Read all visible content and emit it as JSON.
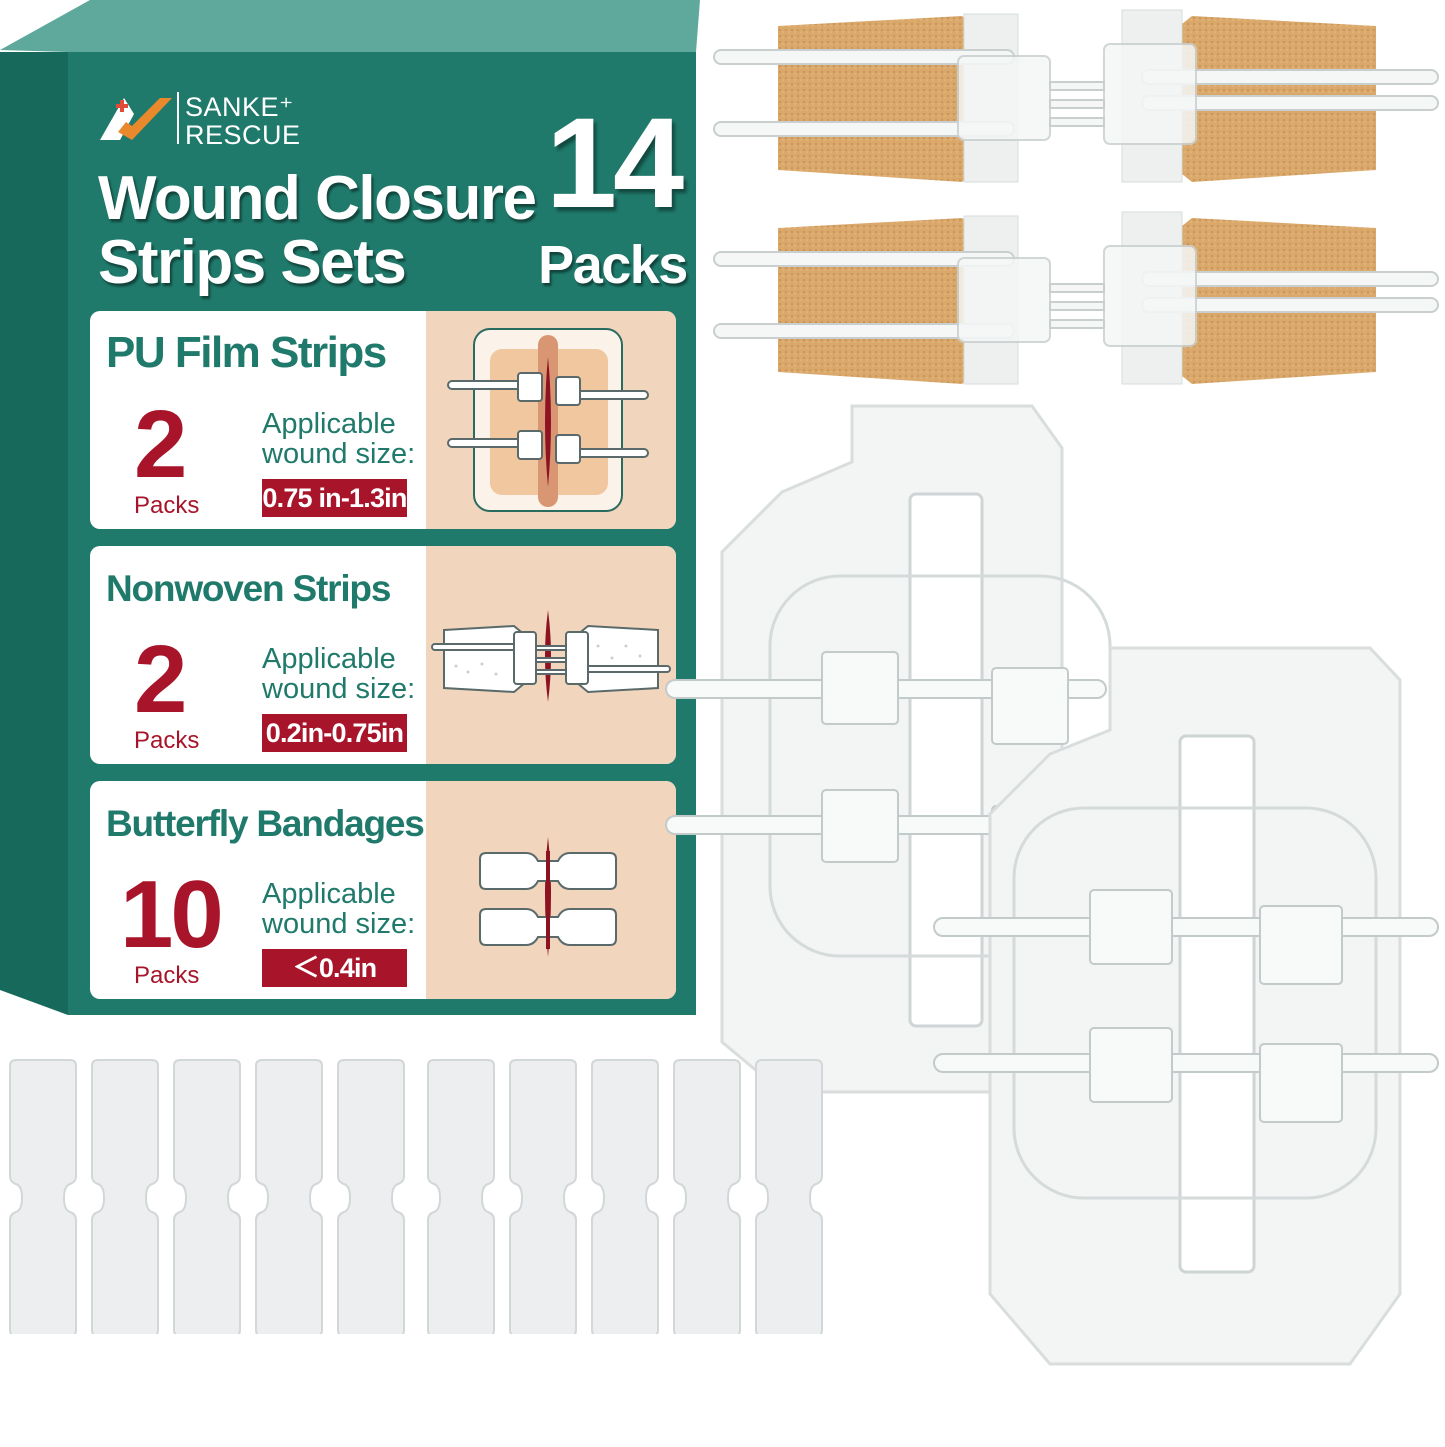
{
  "brand": {
    "line1": "SANKE⁺",
    "line2": "RESCUE",
    "icon": "brand-checkmark-icon"
  },
  "title": {
    "line1": "Wound Closure",
    "line2": "Strips Sets"
  },
  "total": {
    "count": "14",
    "unit": "Packs"
  },
  "panels": [
    {
      "heading": "PU Film Strips",
      "qty": "2",
      "qty_unit": "Packs",
      "applicable_line1": "Applicable",
      "applicable_line2": "wound size:",
      "size": "0.75 in-1.3in",
      "icon": "pu-film-strip-diagram-icon"
    },
    {
      "heading": "Nonwoven Strips",
      "qty": "2",
      "qty_unit": "Packs",
      "applicable_line1": "Applicable",
      "applicable_line2": "wound size:",
      "size": "0.2in-0.75in",
      "icon": "nonwoven-strip-diagram-icon"
    },
    {
      "heading": "Butterfly Bandages",
      "qty": "10",
      "qty_unit": "Packs",
      "applicable_line1": "Applicable",
      "applicable_line2": "wound size:",
      "size": "＜0.4in",
      "icon": "butterfly-bandage-diagram-icon"
    }
  ],
  "colors": {
    "box_teal": "#1f7a6b",
    "accent_red": "#a8152a",
    "panel_peach": "#f2d5bd",
    "nonwoven_tan": "#d9a86a"
  }
}
